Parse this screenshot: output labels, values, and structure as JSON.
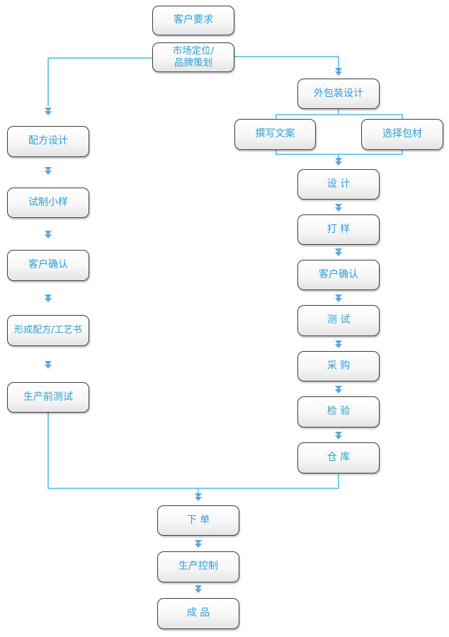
{
  "nodes": {
    "customer_request": "客户要求",
    "market_positioning": "市场定位/\n品牌策划",
    "packaging_design": "外包装设计",
    "copywriting": "撰写文案",
    "select_materials": "选择包材",
    "design": "设  计",
    "proofing": "打  样",
    "customer_confirm_right": "客户确认",
    "testing": "测  试",
    "procurement": "采  购",
    "inspection": "检  验",
    "warehouse": "仓  库",
    "formula_design": "配方设计",
    "trial_sample": "试制小样",
    "customer_confirm_left": "客户确认",
    "formula_process_doc": "形成配方/工艺书",
    "pre_production_test": "生产前测试",
    "place_order": "下  单",
    "production_control": "生产控制",
    "finished_product": "成  品"
  },
  "colors": {
    "text": "#2a9fd6",
    "line": "#7ac8ec",
    "arrow": "#5aa7dd",
    "border": "#3d3d3d"
  }
}
